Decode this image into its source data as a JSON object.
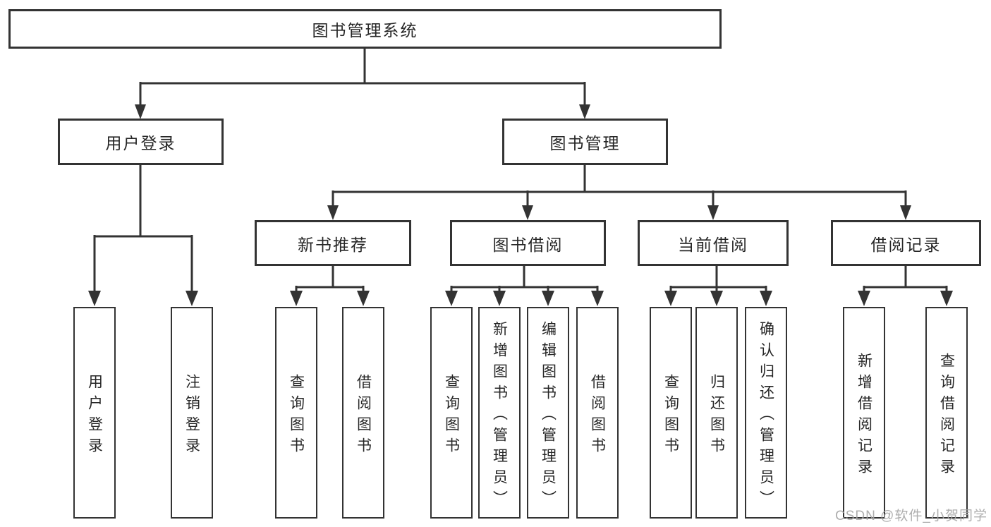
{
  "diagram": {
    "title": "图书管理系统",
    "root": {
      "label": "图书管理系统"
    },
    "level2": [
      {
        "label": "用户登录"
      },
      {
        "label": "图书管理"
      }
    ],
    "level3": [
      {
        "label": "新书推荐",
        "parent": "图书管理"
      },
      {
        "label": "图书借阅",
        "parent": "图书管理"
      },
      {
        "label": "当前借阅",
        "parent": "图书管理"
      },
      {
        "label": "借阅记录",
        "parent": "图书管理"
      }
    ],
    "leaves": [
      {
        "label": "用户登录",
        "parent": "用户登录"
      },
      {
        "label": "注销登录",
        "parent": "用户登录"
      },
      {
        "label": "查询图书",
        "parent": "新书推荐"
      },
      {
        "label": "借阅图书",
        "parent": "新书推荐"
      },
      {
        "label": "查询图书",
        "parent": "图书借阅"
      },
      {
        "label": "新增图书（管理员）",
        "parent": "图书借阅"
      },
      {
        "label": "编辑图书（管理员）",
        "parent": "图书借阅"
      },
      {
        "label": "借阅图书",
        "parent": "图书借阅"
      },
      {
        "label": "查询图书",
        "parent": "当前借阅"
      },
      {
        "label": "归还图书",
        "parent": "当前借阅"
      },
      {
        "label": "确认归还（管理员）",
        "parent": "当前借阅"
      },
      {
        "label": "新增借阅记录",
        "parent": "借阅记录"
      },
      {
        "label": "查询借阅记录",
        "parent": "借阅记录"
      }
    ],
    "watermark": "CSDN @软件_小贺同学",
    "colors": {
      "line": "#333333",
      "text": "#262626",
      "background": "#ffffff",
      "watermark": "#a6a6a6"
    }
  }
}
